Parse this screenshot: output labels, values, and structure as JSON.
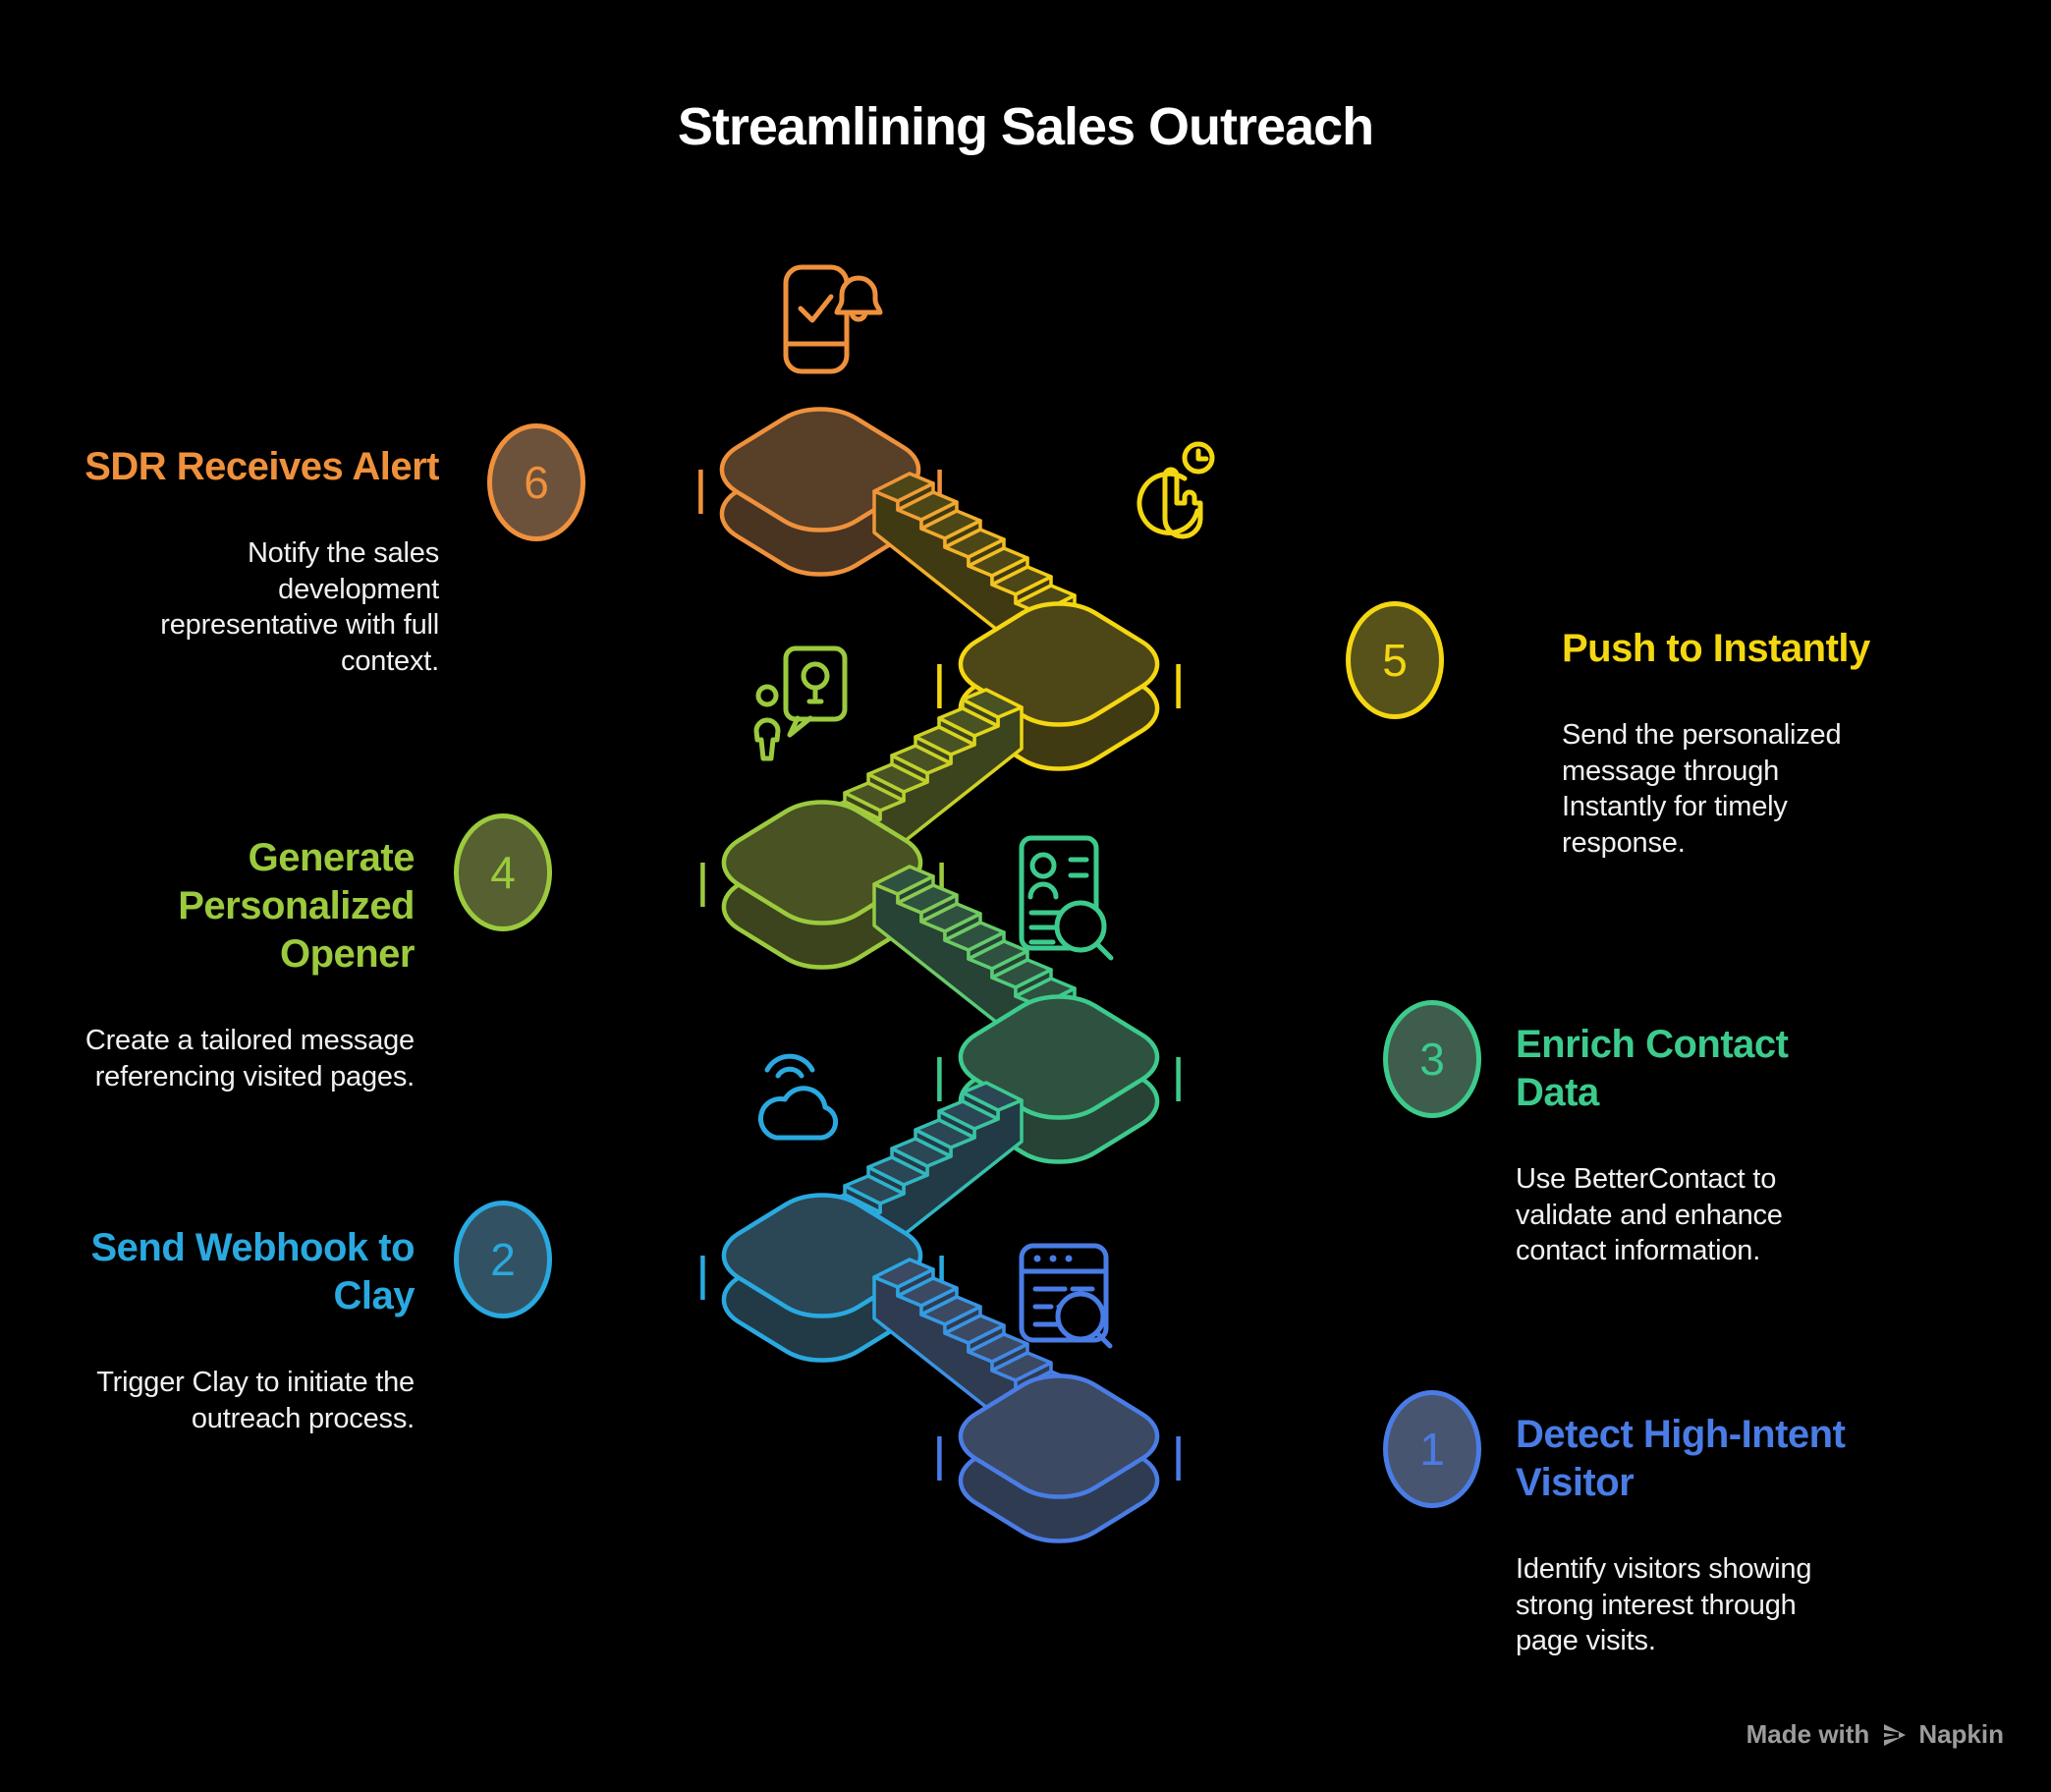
{
  "page": {
    "title": "Streamlining Sales Outreach",
    "background": "#000000",
    "title_color": "#FFFFFF",
    "description_color": "#F1F1F1"
  },
  "footer": {
    "made_with": "Made with",
    "brand": "Napkin",
    "color": "#9C9C9C"
  },
  "steps": [
    {
      "number": "1",
      "side": "right",
      "title_lines": [
        "Detect High-Intent",
        "Visitor"
      ],
      "desc_lines": [
        "Identify visitors showing",
        "strong interest through",
        "page visits."
      ],
      "accent": "#4A7CE6",
      "platform_top": "#3B4962",
      "platform_side": "#2F3B51",
      "badge_fill": "#485571",
      "icon": "browser-search-icon"
    },
    {
      "number": "2",
      "side": "left",
      "title_lines": [
        "Send Webhook to",
        "Clay"
      ],
      "desc_lines": [
        "Trigger Clay to initiate the",
        "outreach process."
      ],
      "accent": "#2AA9E0",
      "platform_top": "#2B4654",
      "platform_side": "#223A46",
      "badge_fill": "#325263",
      "icon": "cloud-signal-icon"
    },
    {
      "number": "3",
      "side": "right",
      "title_lines": [
        "Enrich Contact",
        "Data"
      ],
      "desc_lines": [
        "Use BetterContact to",
        "validate and enhance",
        "contact information."
      ],
      "accent": "#3DCB8D",
      "platform_top": "#2F5140",
      "platform_side": "#264335",
      "badge_fill": "#3F5D4C",
      "icon": "contact-card-search-icon"
    },
    {
      "number": "4",
      "side": "left",
      "title_lines": [
        "Generate",
        "Personalized",
        "Opener"
      ],
      "desc_lines": [
        "Create a tailored message",
        "referencing visited pages."
      ],
      "accent": "#9BCA3E",
      "platform_top": "#485222",
      "platform_side": "#3B441C",
      "badge_fill": "#566030",
      "icon": "person-idea-icon"
    },
    {
      "number": "5",
      "side": "right",
      "title_lines": [
        "Push to Instantly"
      ],
      "desc_lines": [
        "Send the personalized",
        "message through",
        "Instantly for timely",
        "response."
      ],
      "accent": "#F4D711",
      "platform_top": "#4D4617",
      "platform_side": "#403A12",
      "badge_fill": "#57521A",
      "icon": "tap-clock-icon"
    },
    {
      "number": "6",
      "side": "left",
      "title_lines": [
        "SDR Receives Alert"
      ],
      "desc_lines": [
        "Notify the sales",
        "development",
        "representative with full",
        "context."
      ],
      "accent": "#EF913C",
      "platform_top": "#573F28",
      "platform_side": "#483420",
      "badge_fill": "#6C523A",
      "icon": "phone-bell-icon"
    }
  ]
}
